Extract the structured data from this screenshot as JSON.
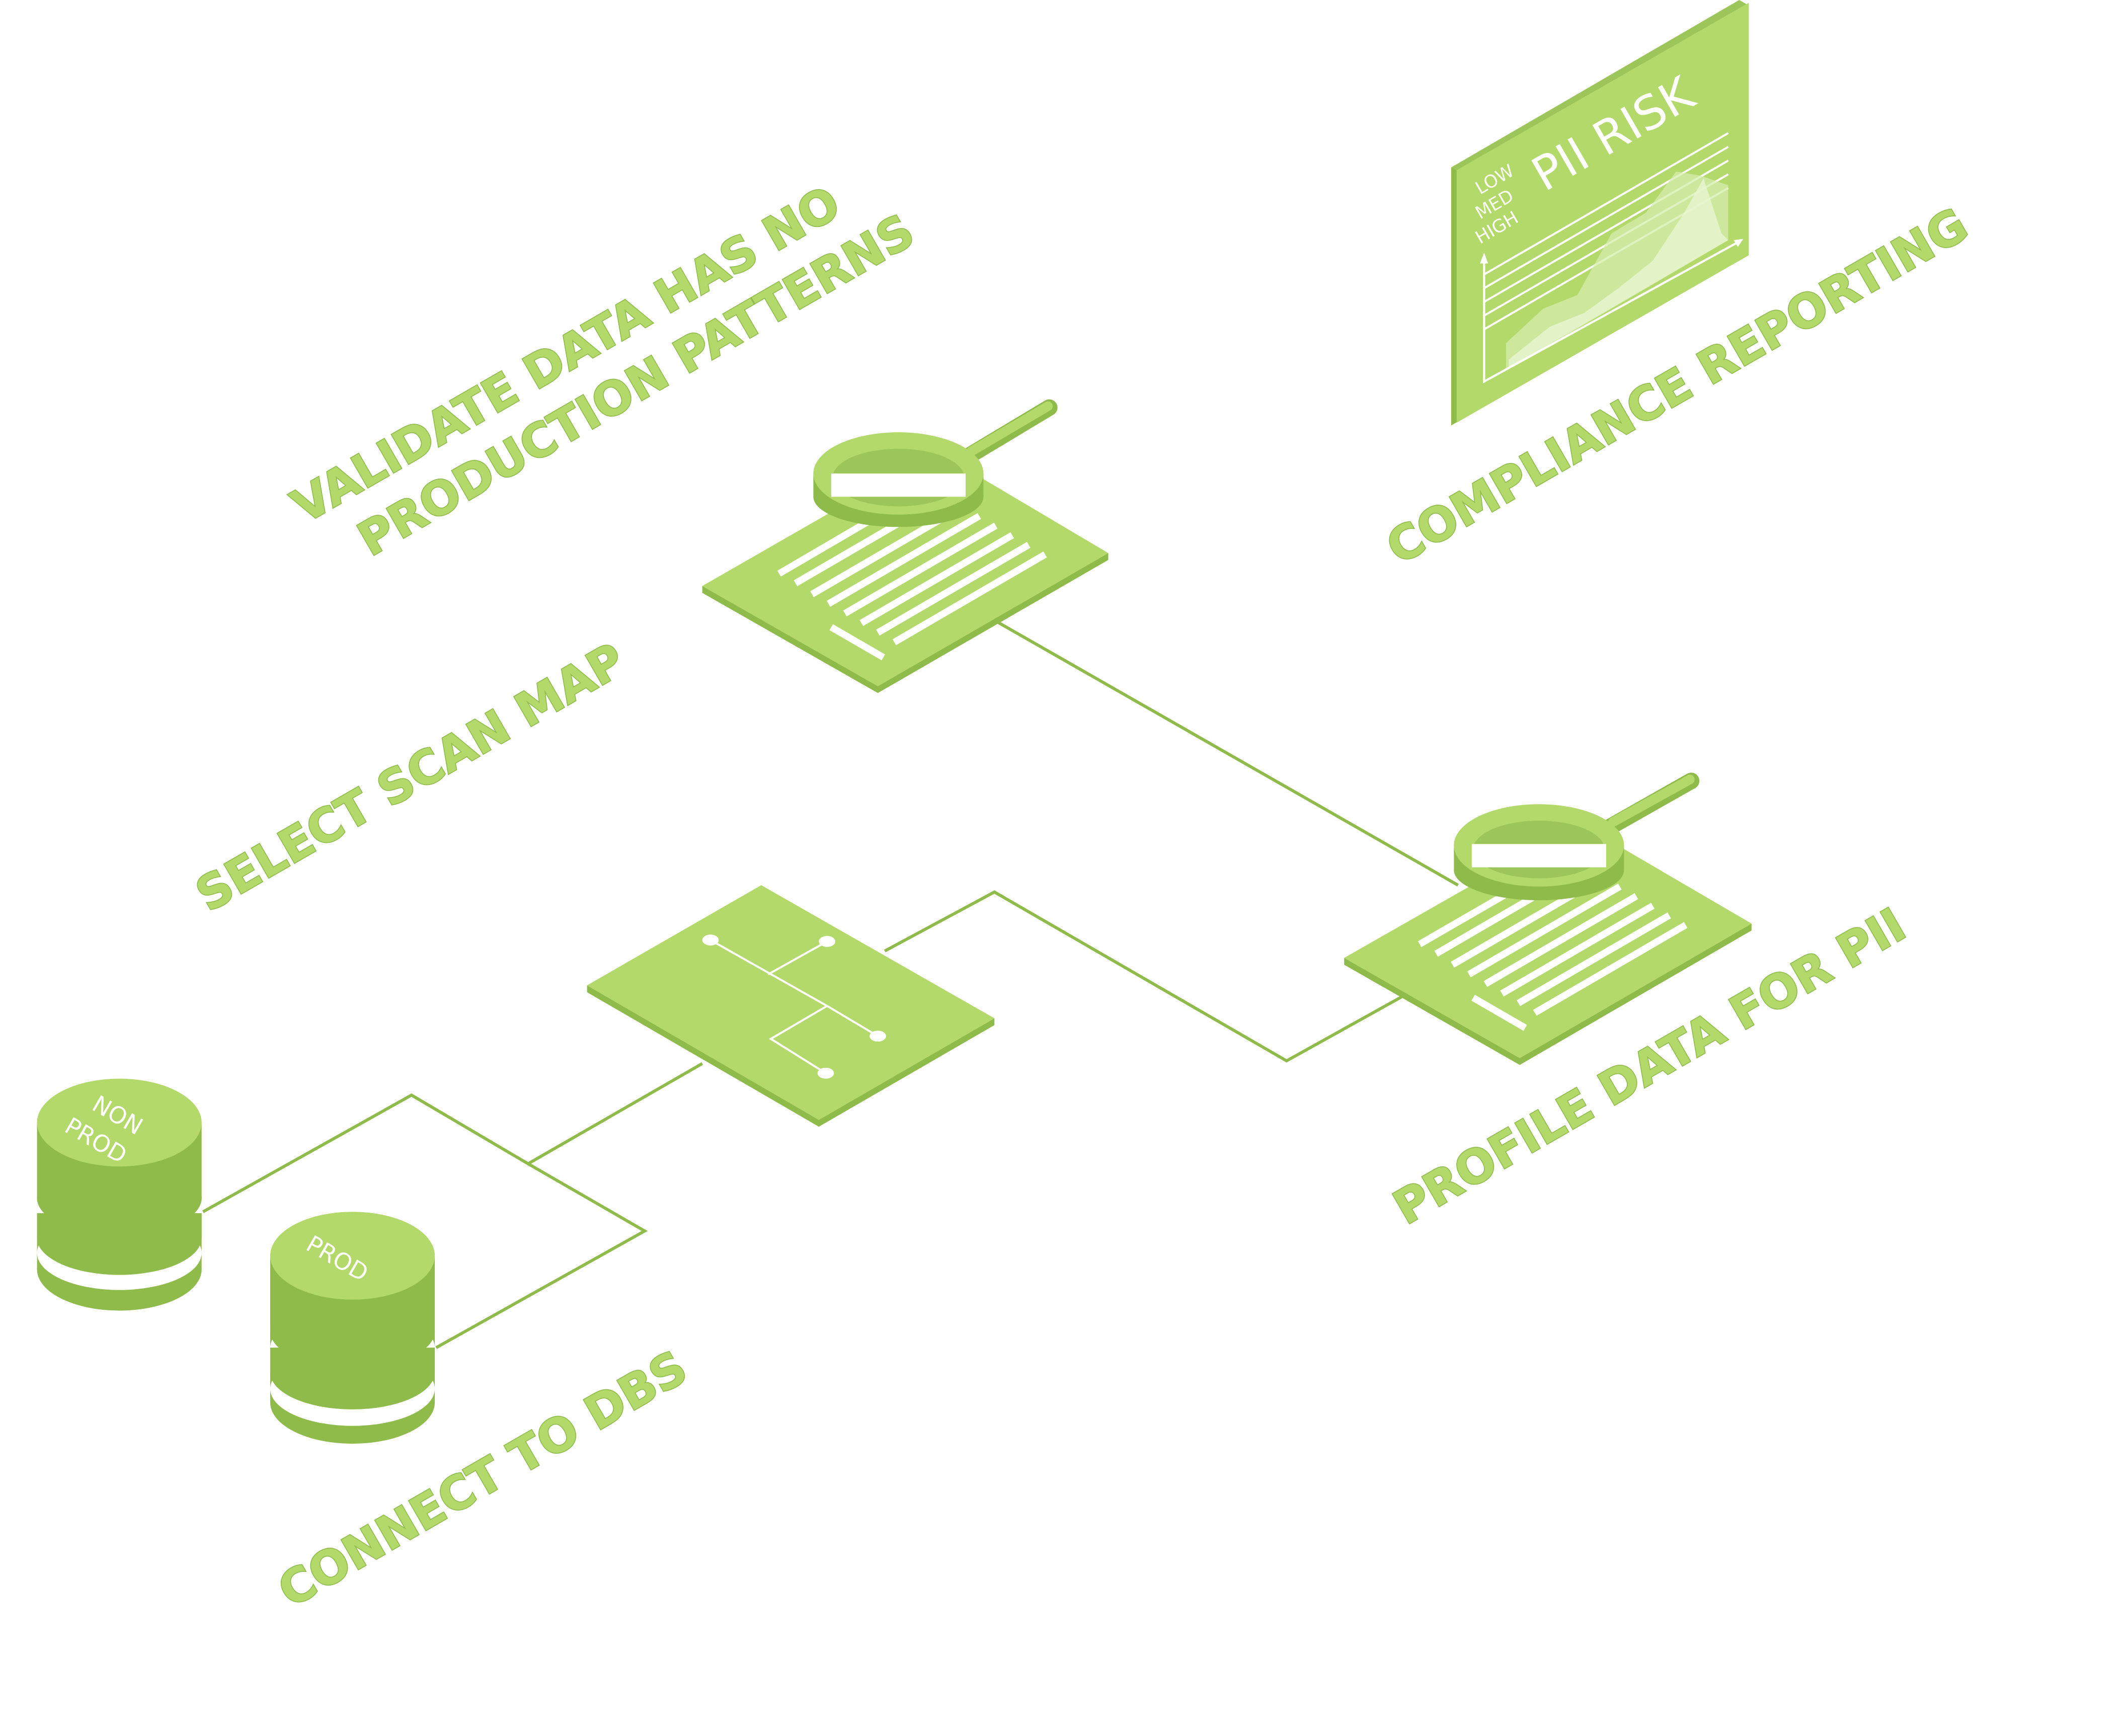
{
  "steps": {
    "validate": {
      "line1": "VALIDATE DATA HAS NO",
      "line2": "PRODUCTION PATTERNS"
    },
    "select_scan_map": "SELECT SCAN MAP",
    "compliance_reporting": "COMPLIANCE REPORTING",
    "profile_data": "PROFILE DATA FOR PII",
    "connect_dbs": "CONNECT TO DBS"
  },
  "databases": {
    "nonprod": {
      "line1": "NON",
      "line2": "PROD"
    },
    "prod": "PROD"
  },
  "report": {
    "title": "PII RISK",
    "levels": [
      "LOW",
      "MED",
      "HIGH"
    ]
  },
  "icons": [
    "database-icon",
    "scan-map-icon",
    "document-magnifier-icon",
    "report-chart-icon"
  ],
  "colors": {
    "light_green": "#b2d96a",
    "mid_green": "#9dc65a",
    "dark_green": "#8fbb4b",
    "background": "#ffffff"
  }
}
